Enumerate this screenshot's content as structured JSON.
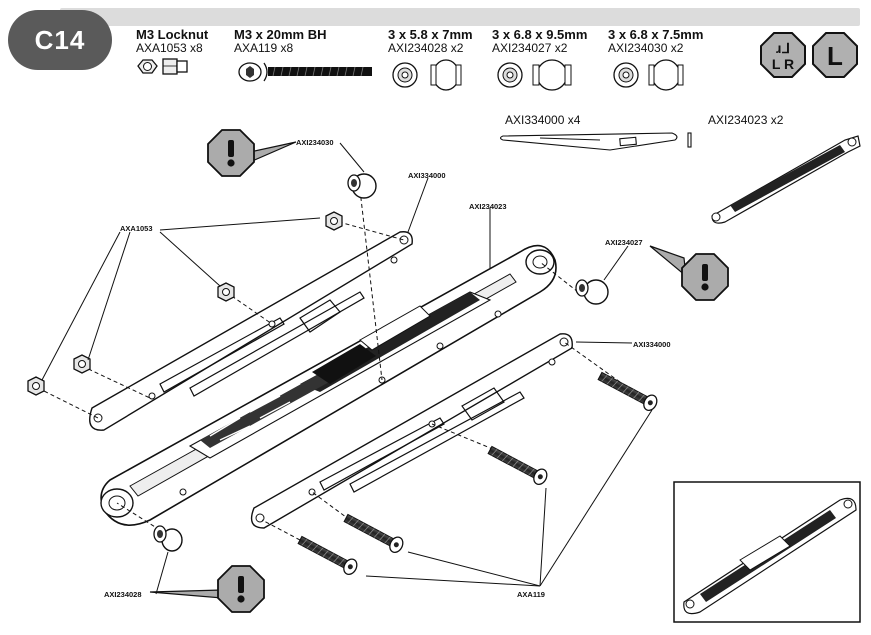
{
  "step": {
    "label": "C14"
  },
  "parts": [
    {
      "name": "M3 Locknut",
      "code": "AXA1053 x8"
    },
    {
      "name": "M3 x 20mm BH",
      "code": "AXA119 x8"
    },
    {
      "name": "3 x 5.8 x 7mm",
      "code": "AXI234028 x2"
    },
    {
      "name": "3 x 6.8 x 9.5mm",
      "code": "AXI234027 x2"
    },
    {
      "name": "3 x 6.8 x 7.5mm",
      "code": "AXI234030 x2"
    }
  ],
  "side_icons": {
    "left_right": "L R",
    "left": "L"
  },
  "reference_parts": {
    "link_plate": "AXI334000 x4",
    "link_arm": "AXI234023 x2"
  },
  "callouts": {
    "c_axi234030": "AXI234030",
    "c_axi334000_top": "AXI334000",
    "c_axi234023": "AXI234023",
    "c_axa1053": "AXA1053",
    "c_axi234027": "AXI234027",
    "c_axi334000_right": "AXI334000",
    "c_axi234028": "AXI234028",
    "c_axa119": "AXA119"
  },
  "warning_icon": "exclamation-octagon-icon",
  "colors": {
    "badge": "#5a5a5a",
    "topbar": "#dcdcdc",
    "warning": "#aaaaaa",
    "line": "#111111"
  }
}
